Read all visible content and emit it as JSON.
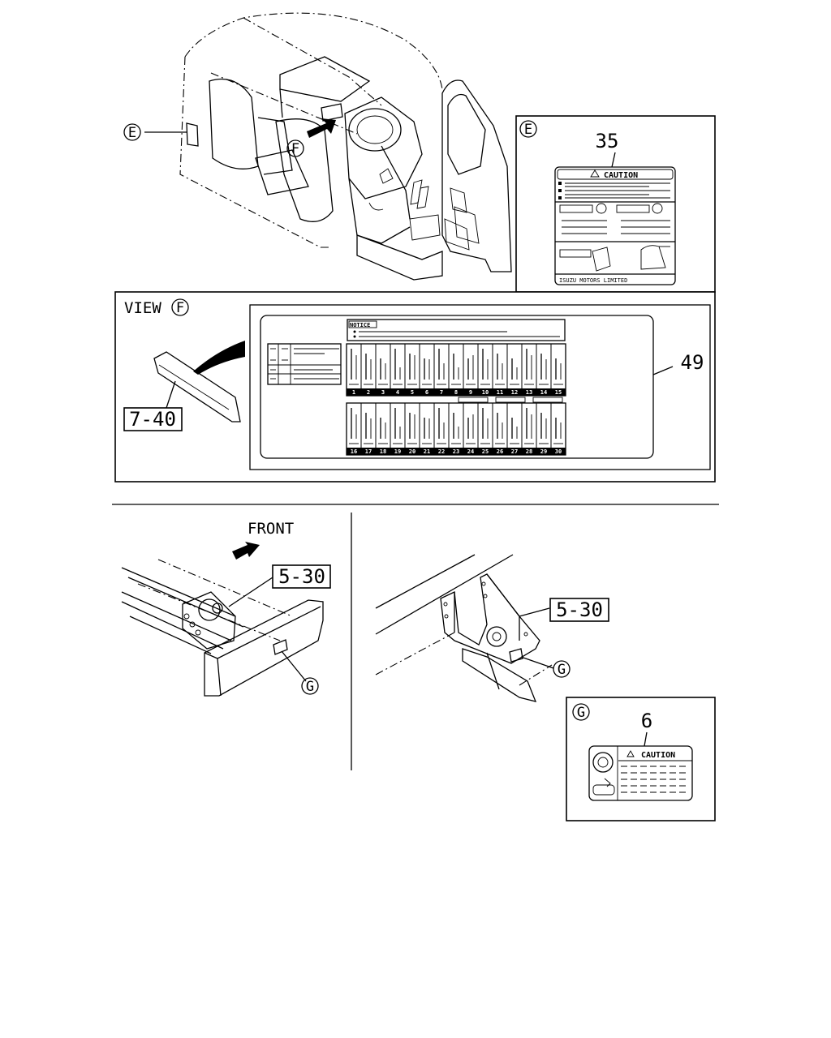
{
  "callouts": {
    "E": "E",
    "F": "F",
    "G": "G"
  },
  "parts": {
    "p35": "35",
    "p49": "49",
    "p6": "6",
    "p740": "7-40",
    "p530_left": "5-30",
    "p530_right": "5-30"
  },
  "labels": {
    "view": "VIEW",
    "front": "FRONT",
    "caution_35": "CAUTION",
    "isuzu": "ISUZU MOTORS LIMITED",
    "notice": "NOTICE",
    "caution_6": "CAUTION"
  },
  "fuse_numbers_top": [
    "1",
    "2",
    "3",
    "4",
    "5",
    "6",
    "7",
    "8",
    "9",
    "10",
    "11",
    "12",
    "13",
    "14",
    "15"
  ],
  "fuse_numbers_bottom": [
    "16",
    "17",
    "18",
    "19",
    "20",
    "21",
    "22",
    "23",
    "24",
    "25",
    "26",
    "27",
    "28",
    "29",
    "30"
  ],
  "colors": {
    "line": "#000000",
    "background": "#ffffff"
  }
}
